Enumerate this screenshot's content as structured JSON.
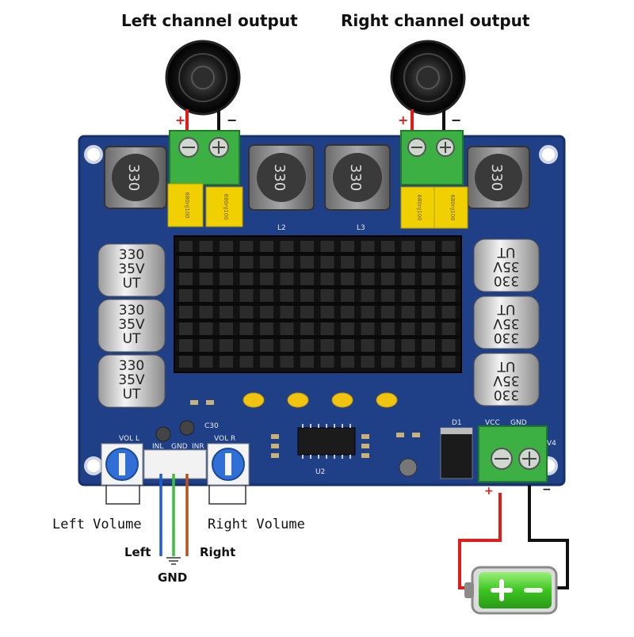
{
  "labels": {
    "left_channel": "Left channel output",
    "right_channel": "Right channel output",
    "left_volume": "Left Volume",
    "right_volume": "Right Volume",
    "left": "Left",
    "gnd": "GND",
    "right": "Right",
    "plus": "+",
    "minus": "−"
  },
  "board": {
    "inductor_marking": "330",
    "cap_line1": "330",
    "cap_line2": "35V",
    "cap_line3": "UT",
    "film_cap_marking": "680nJ100",
    "vol_l": "VOL L",
    "vol_r": "VOL R",
    "inl": "INL",
    "gnd": "GND",
    "inr": "INR",
    "vcc": "VCC",
    "pgnd": "GND",
    "v4": "V4",
    "d1": "D1",
    "u2": "U2",
    "c30": "C30",
    "l2": "L2",
    "l3": "L3"
  },
  "colors": {
    "pcb": "#1f3f86",
    "terminal": "#3cb043",
    "film_cap": "#f0d000",
    "wire_red": "#e21b1b",
    "wire_black": "#111111",
    "wire_blue": "#1e5bd6",
    "wire_green": "#3fbf3f",
    "wire_brown": "#b5531b",
    "battery_green": "#49d12f"
  }
}
